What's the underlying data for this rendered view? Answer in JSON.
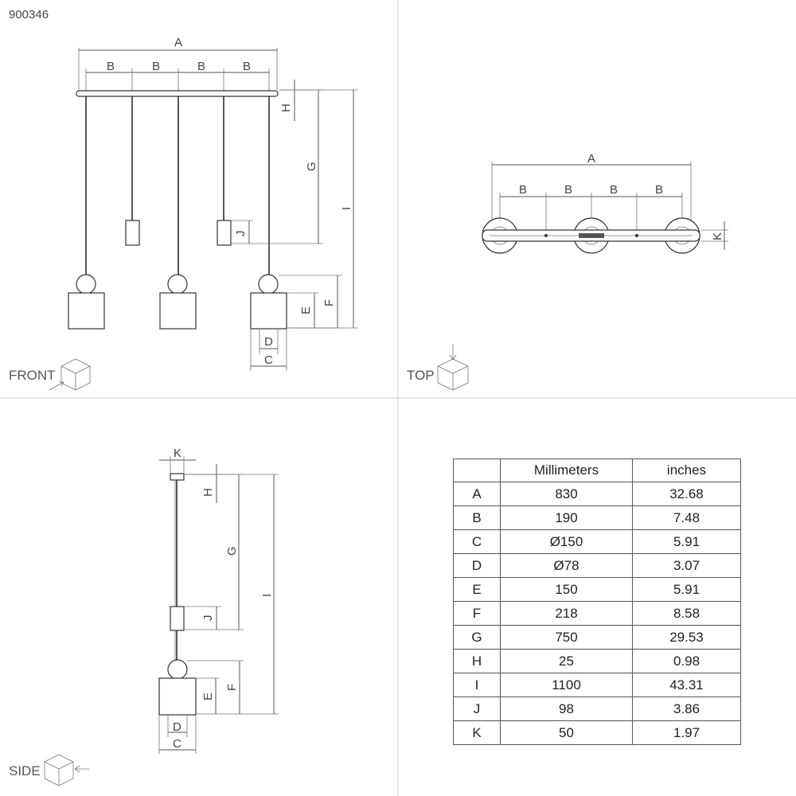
{
  "product_code": "900346",
  "views": {
    "front": "FRONT",
    "top": "TOP",
    "side": "SIDE"
  },
  "labels": {
    "A": "A",
    "B": "B",
    "C": "C",
    "D": "D",
    "E": "E",
    "F": "F",
    "G": "G",
    "H": "H",
    "I": "I",
    "J": "J",
    "K": "K"
  },
  "table": {
    "headers": [
      "",
      "Millimeters",
      "inches"
    ],
    "rows": [
      {
        "key": "A",
        "mm": "830",
        "in": "32.68"
      },
      {
        "key": "B",
        "mm": "190",
        "in": "7.48"
      },
      {
        "key": "C",
        "mm": "Ø150",
        "in": "5.91"
      },
      {
        "key": "D",
        "mm": "Ø78",
        "in": "3.07"
      },
      {
        "key": "E",
        "mm": "150",
        "in": "5.91"
      },
      {
        "key": "F",
        "mm": "218",
        "in": "8.58"
      },
      {
        "key": "G",
        "mm": "750",
        "in": "29.53"
      },
      {
        "key": "H",
        "mm": "25",
        "in": "0.98"
      },
      {
        "key": "I",
        "mm": "1100",
        "in": "43.31"
      },
      {
        "key": "J",
        "mm": "98",
        "in": "3.86"
      },
      {
        "key": "K",
        "mm": "50",
        "in": "1.97"
      }
    ]
  }
}
